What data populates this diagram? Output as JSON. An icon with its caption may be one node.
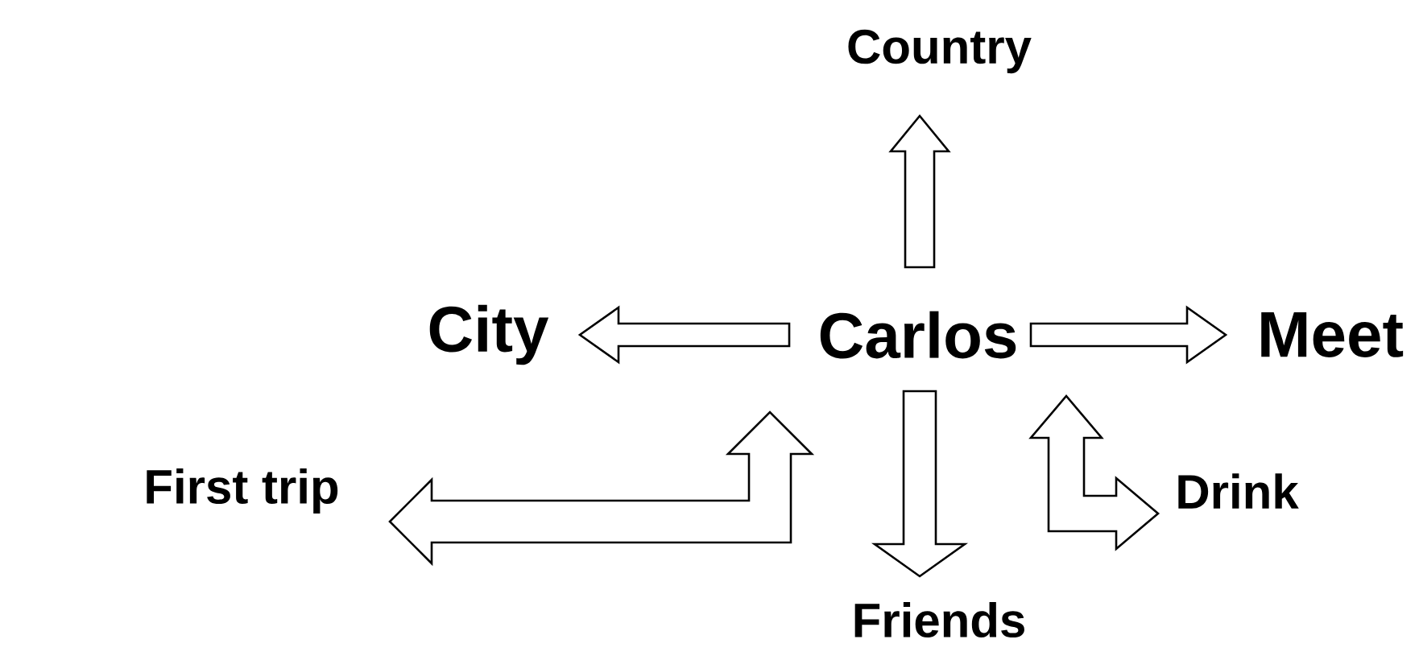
{
  "diagram": {
    "nodes": [
      {
        "text": [
          "Country"
        ]
      },
      {
        "text": [
          "City"
        ]
      },
      {
        "text": [
          "Carlos"
        ]
      },
      {
        "text": [
          "Meet"
        ]
      },
      {
        "text": [
          "First trip"
        ]
      },
      {
        "text": [
          "Drink"
        ]
      },
      {
        "text": [
          "Friends"
        ]
      }
    ],
    "edges": [
      {
        "from": 2,
        "to": 0,
        "arrow": "to"
      },
      {
        "from": 2,
        "to": 1,
        "arrow": "to"
      },
      {
        "from": 2,
        "to": 3,
        "arrow": "to"
      },
      {
        "from": 2,
        "to": 4,
        "arrow": "both"
      },
      {
        "from": 2,
        "to": 6,
        "arrow": "to"
      },
      {
        "from": 2,
        "to": 5,
        "arrow": "both"
      }
    ]
  }
}
